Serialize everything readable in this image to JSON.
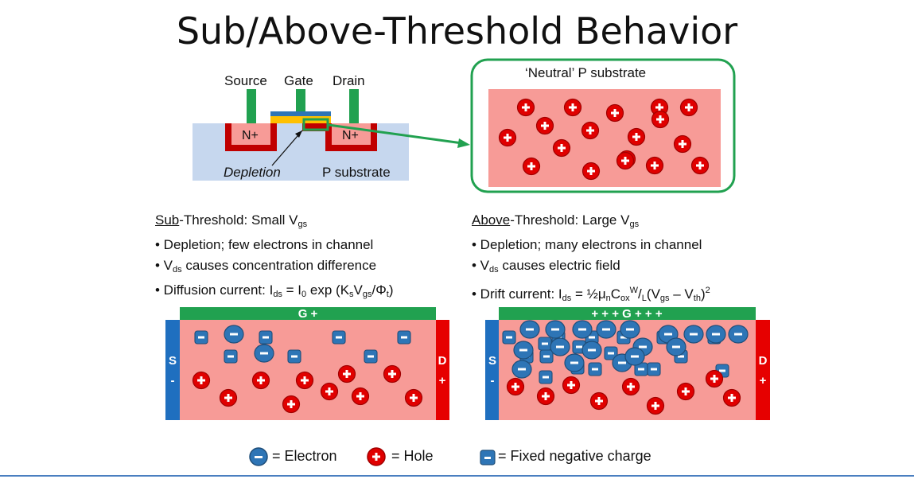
{
  "title": "Sub/Above-Threshold Behavior",
  "transistor": {
    "source_label": "Source",
    "gate_label": "Gate",
    "drain_label": "Drain",
    "n_plus": "N+",
    "depletion_label": "Depletion",
    "substrate_label": "P substrate"
  },
  "zoom_box": {
    "title": "‘Neutral’ P substrate"
  },
  "sub_threshold": {
    "heading_u": "Sub",
    "heading_rest": "-Threshold: Small V",
    "heading_sub": "gs",
    "bullets": [
      "• Depletion; few electrons in channel",
      "• V",
      "ds",
      " causes concentration difference",
      "• Diffusion current: I",
      "ds",
      " = I",
      "0",
      " exp (K",
      "s",
      "V",
      "gs",
      "/Φ",
      "t",
      ")"
    ]
  },
  "above_threshold": {
    "heading_u": "Above",
    "heading_rest": "-Threshold: Large V",
    "heading_sub": "gs",
    "bullet1": "• Depletion; many electrons in channel",
    "bullet2_a": "• V",
    "bullet2_sub": "ds",
    "bullet2_b": " causes electric field",
    "bullet3": "• Drift current: I"
  },
  "left_device": {
    "gate": "G +",
    "s": "S",
    "s_sign": "-",
    "d": "D",
    "d_sign": "+"
  },
  "right_device": {
    "gate": "+ + + G + + +",
    "s": "S",
    "s_sign": "-",
    "d": "D",
    "d_sign": "+"
  },
  "legend": {
    "electron": "= Electron",
    "hole": "= Hole",
    "fixed": "= Fixed negative charge"
  },
  "colors": {
    "substrate_pink": "#f79b97",
    "substrate_blue": "#c6d7ee",
    "gate_green": "#21a150",
    "n_plus_red": "#c00000",
    "s_blue": "#1f6fbf",
    "d_red": "#e60000",
    "electron_blue": "#2e75b6",
    "hole_red": "#e00000"
  }
}
